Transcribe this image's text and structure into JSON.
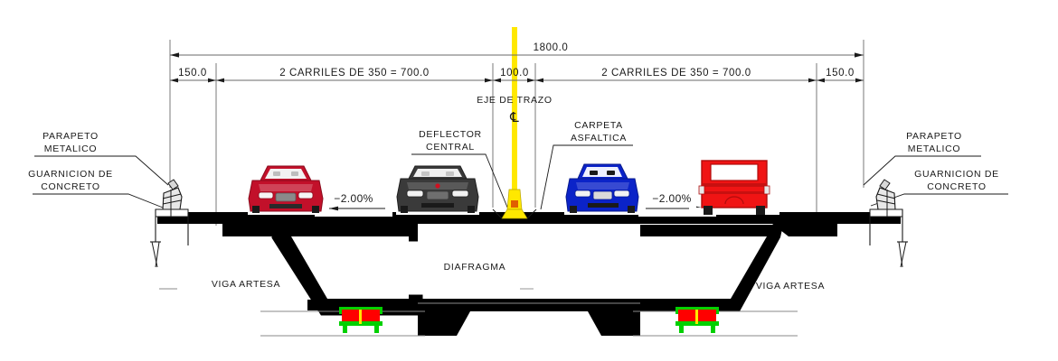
{
  "drawing": {
    "title": "Seccion transversal de puente",
    "colors": {
      "line": "#1a1a1a",
      "structure": "#000000",
      "centerline_marker": "#ffe800",
      "car_red": "#c2102a",
      "car_dark": "#3a3a3a",
      "car_blue": "#0b23c8",
      "truck_red": "#f01414",
      "bearing_body": "#ff0000",
      "bearing_frame": "#00d000",
      "asphalt": "#000000"
    }
  },
  "dimensions": {
    "total": "1800.0",
    "left_shoulder": "150.0",
    "left_lanes": "2  CARRILES  DE  350 = 700.0",
    "median": "100.0",
    "right_lanes": "2  CARRILES  DE  350 = 700.0",
    "right_shoulder": "150.0"
  },
  "labels": {
    "eje_de_trazo": "EJE  DE  TRAZO",
    "centerline_symbol": "℄",
    "parapeto_left_line1": "PARAPETO",
    "parapeto_left_line2": "METALICO",
    "guarnicion_left_line1": "GUARNICION  DE",
    "guarnicion_left_line2": "CONCRETO",
    "parapeto_right_line1": "PARAPETO",
    "parapeto_right_line2": "METALICO",
    "guarnicion_right_line1": "GUARNICION  DE",
    "guarnicion_right_line2": "CONCRETO",
    "deflector_line1": "DEFLECTOR",
    "deflector_line2": "CENTRAL",
    "carpeta_line1": "CARPETA",
    "carpeta_line2": "ASFALTICA",
    "slope_left": "−2.00%",
    "slope_right": "−2.00%",
    "viga_artesa_left": "VIGA  ARTESA",
    "viga_artesa_right": "VIGA  ARTESA",
    "diafragma": "DIAFRAGMA"
  },
  "vehicles": [
    {
      "name": "car-red-left",
      "type": "car",
      "color": "#c2102a"
    },
    {
      "name": "car-dark",
      "type": "car",
      "color": "#3a3a3a"
    },
    {
      "name": "car-blue",
      "type": "car",
      "color": "#0b23c8"
    },
    {
      "name": "truck-red",
      "type": "truck",
      "color": "#f01414"
    }
  ]
}
